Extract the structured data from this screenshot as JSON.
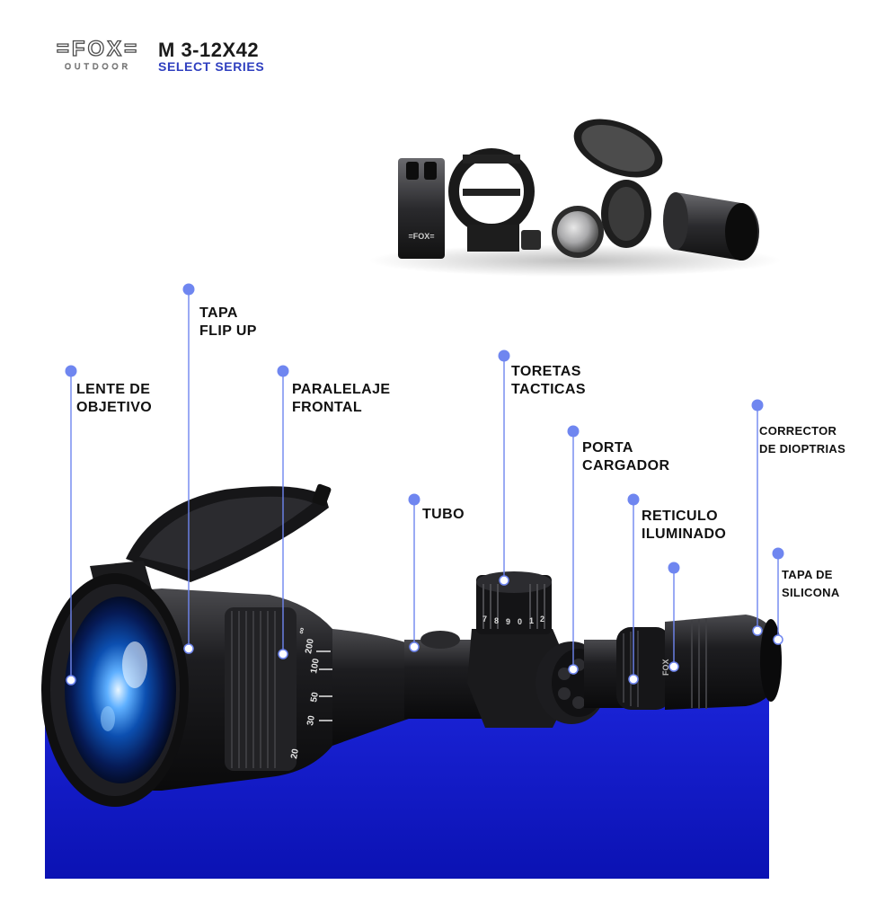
{
  "header": {
    "brand": "=FOX=",
    "brand_sub": "OUTDOOR",
    "model": "M 3-12X42",
    "series": "SELECT SERIES"
  },
  "accessories": {
    "ring_logo": "=FOX="
  },
  "scope": {
    "body_logo": "FOX",
    "parallax_marks": [
      "20",
      "30",
      "50",
      "100",
      "200",
      "∞"
    ],
    "turret_marks": [
      "7",
      "8",
      "9",
      "0",
      "1",
      "2"
    ]
  },
  "callouts": [
    {
      "id": "lente",
      "line1": "LENTE DE",
      "line2": "OBJETIVO"
    },
    {
      "id": "tapa",
      "line1": "TAPA",
      "line2": "FLIP UP"
    },
    {
      "id": "paralelaje",
      "line1": "PARALELAJE",
      "line2": "FRONTAL"
    },
    {
      "id": "tubo",
      "line1": "TUBO",
      "line2": ""
    },
    {
      "id": "toretas",
      "line1": "TORETAS",
      "line2": "TACTICAS"
    },
    {
      "id": "porta",
      "line1": "PORTA",
      "line2": "CARGADOR"
    },
    {
      "id": "reticulo",
      "line1": "RETICULO",
      "line2": "ILUMINADO"
    },
    {
      "id": "corrector",
      "line1": "CORRECTOR",
      "line2": "DE DIOPTRIAS"
    },
    {
      "id": "silicona",
      "line1": "TAPA DE",
      "line2": "SILICONA"
    }
  ],
  "colors": {
    "accent_blue": "#2f3fbf",
    "block_blue": "#1a23d6",
    "callout_dot": "#6f86f0",
    "scope_body": "#1c1c1e"
  }
}
